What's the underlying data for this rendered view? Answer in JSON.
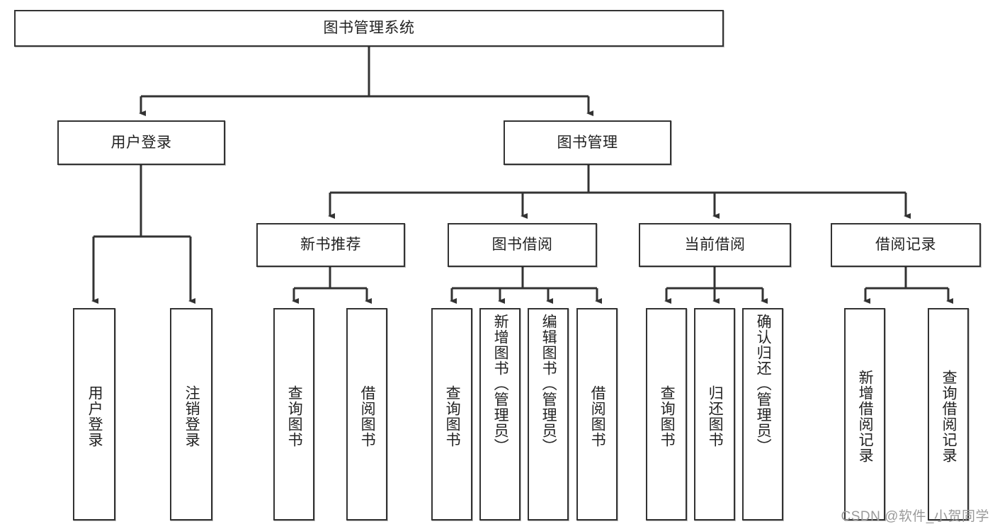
{
  "diagram": {
    "title": "图书管理系统",
    "type": "tree-hierarchy",
    "root": {
      "label": "图书管理系统"
    },
    "level2": [
      {
        "label": "用户登录"
      },
      {
        "label": "图书管理"
      }
    ],
    "level3": [
      {
        "label": "新书推荐"
      },
      {
        "label": "图书借阅"
      },
      {
        "label": "当前借阅"
      },
      {
        "label": "借阅记录"
      }
    ],
    "leaves": {
      "user_login": [
        {
          "label": "用户登录"
        },
        {
          "label": "注销登录"
        }
      ],
      "new_book_recommend": [
        {
          "label": "查询图书"
        },
        {
          "label": "借阅图书"
        }
      ],
      "book_borrow": [
        {
          "label": "查询图书"
        },
        {
          "label": "新增图书（管理员）"
        },
        {
          "label": "编辑图书（管理员）"
        },
        {
          "label": "借阅图书"
        }
      ],
      "current_borrow": [
        {
          "label": "查询图书"
        },
        {
          "label": "归还图书"
        },
        {
          "label": "确认归还（管理员）"
        }
      ],
      "borrow_record": [
        {
          "label": "新增借阅记录"
        },
        {
          "label": "查询借阅记录"
        }
      ]
    }
  },
  "watermark": {
    "text": "CSDN @软件_小贺同学"
  },
  "colors": {
    "border": "#333333",
    "background": "#ffffff",
    "text": "#222222",
    "watermark": "#9a9a9a"
  }
}
